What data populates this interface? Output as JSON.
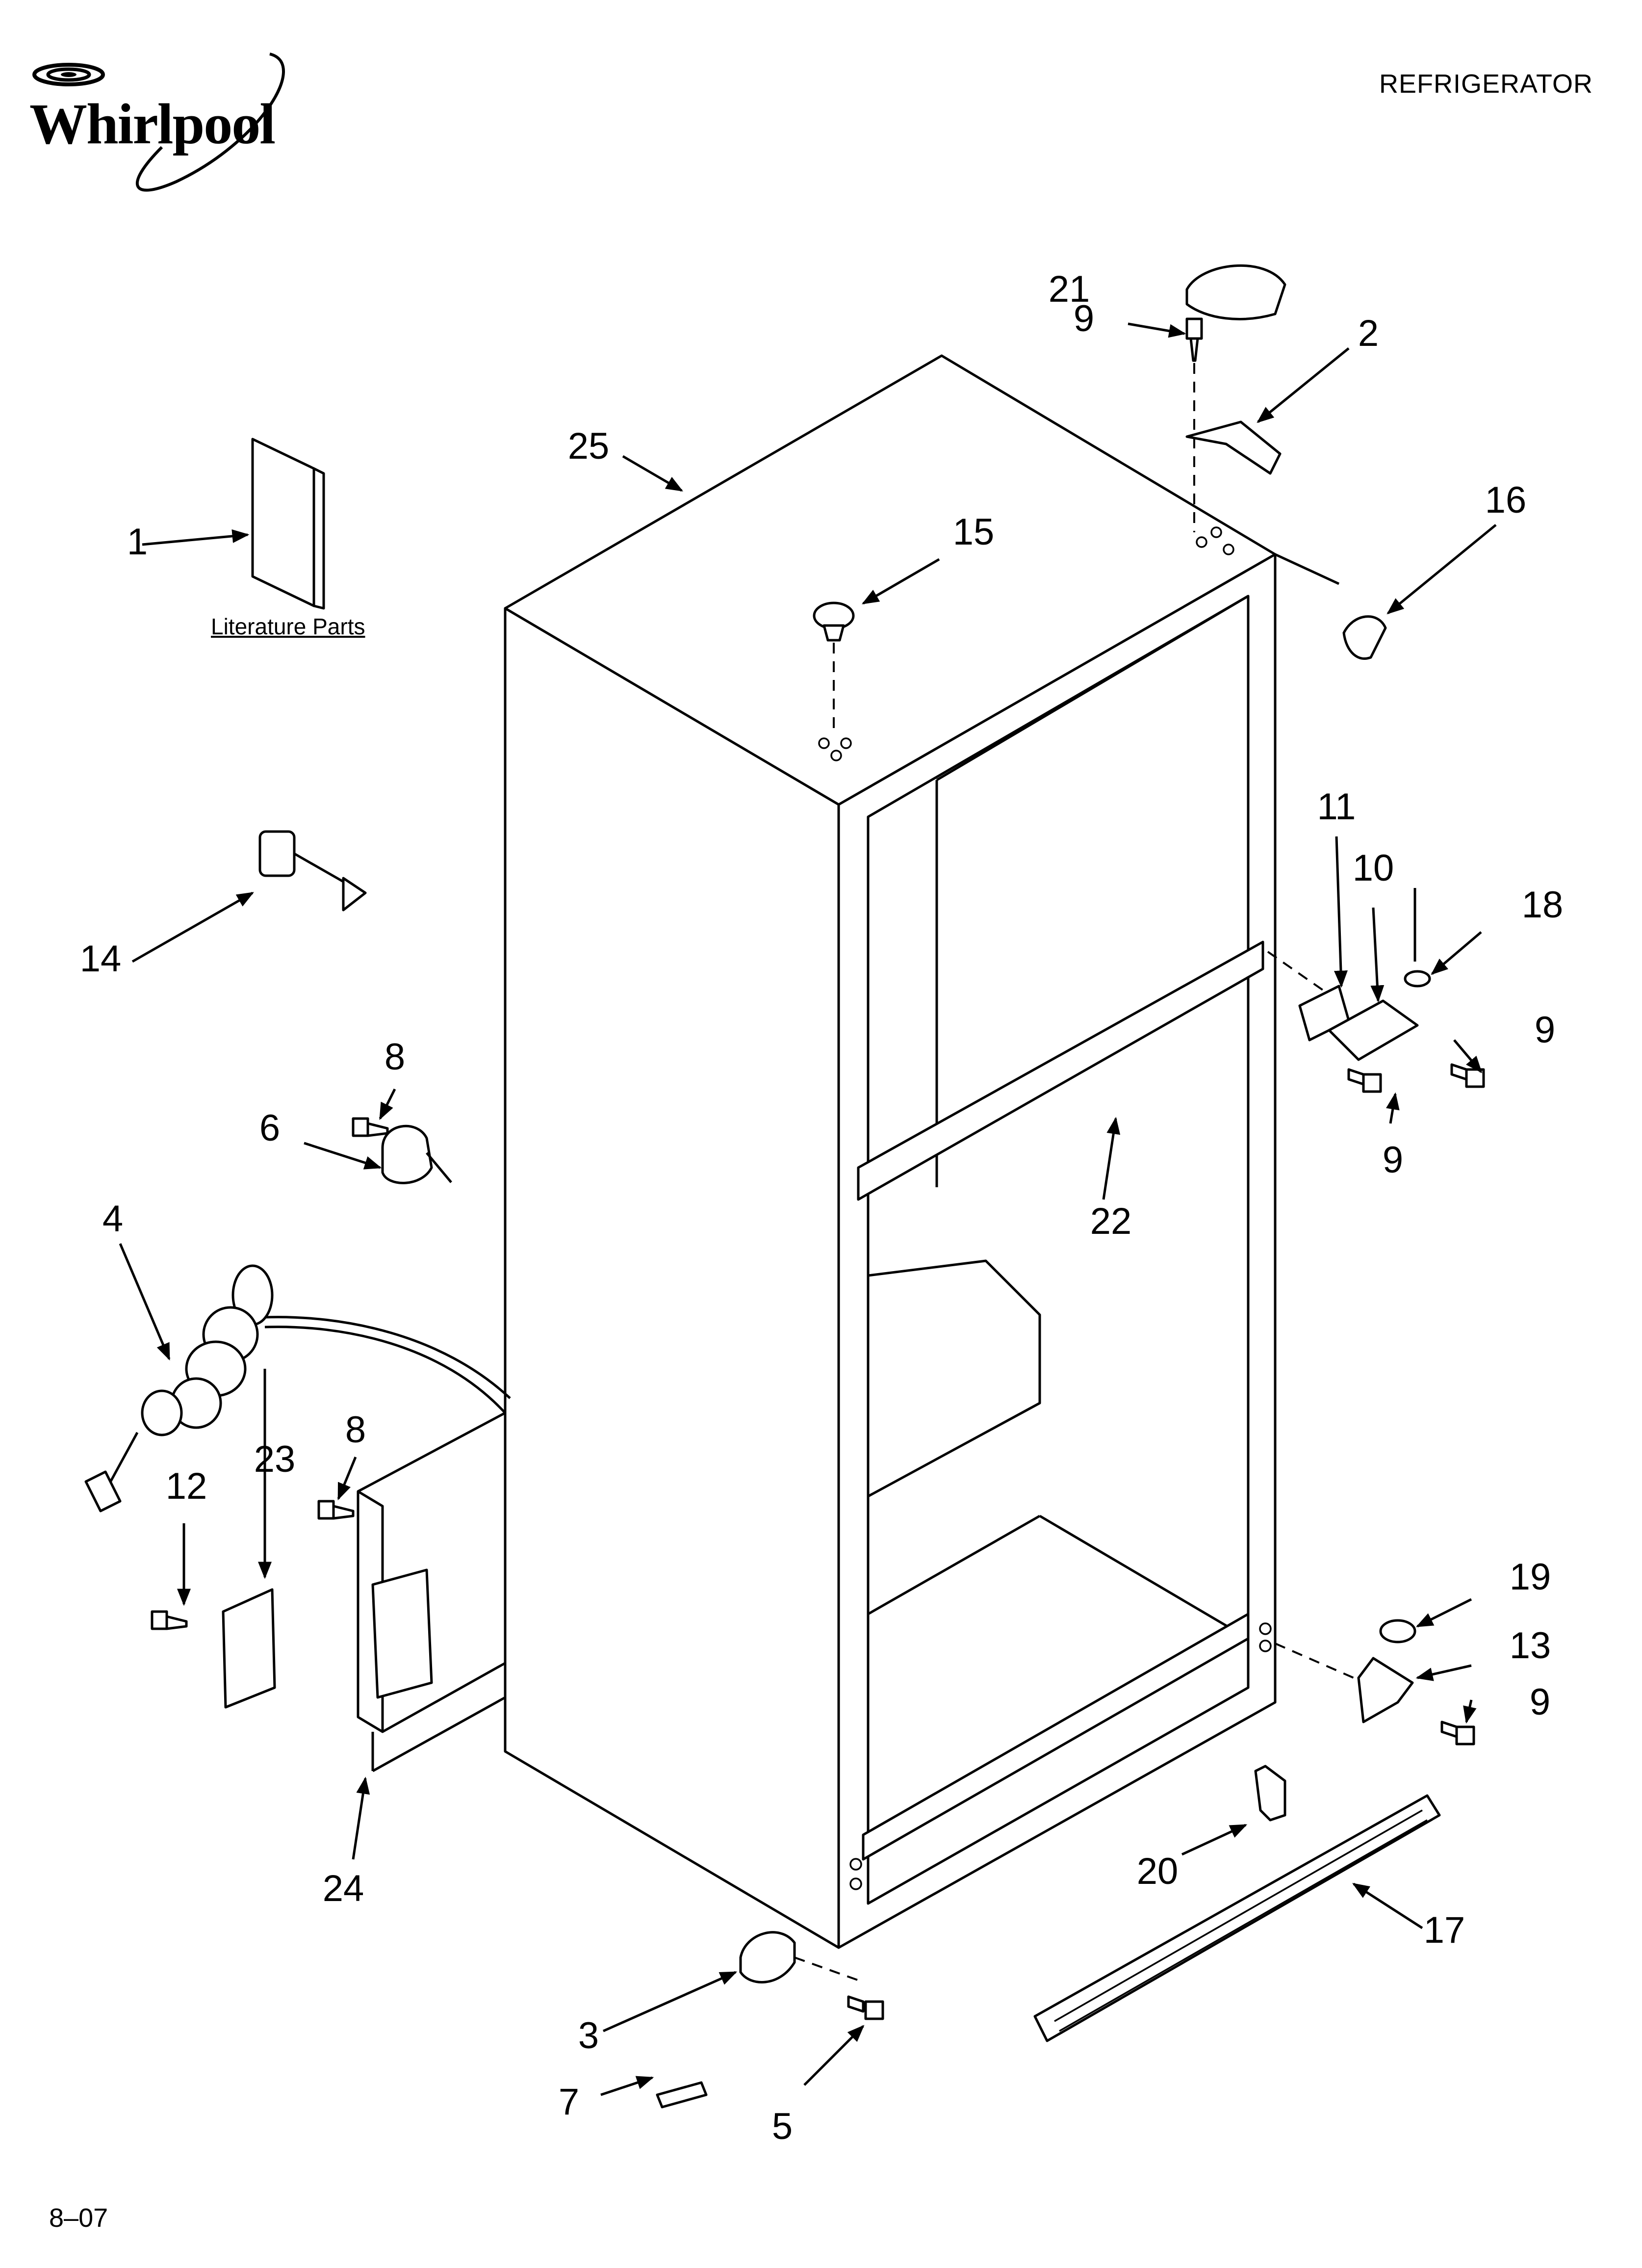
{
  "header": {
    "brand": "Whirlpool",
    "title": "REFRIGERATOR"
  },
  "footer": {
    "code": "8–07"
  },
  "diagram": {
    "literature_label": "Literature Parts",
    "callouts": [
      "1",
      "2",
      "3",
      "4",
      "5",
      "6",
      "7",
      "8",
      "8",
      "9",
      "9",
      "9",
      "9",
      "10",
      "11",
      "12",
      "13",
      "14",
      "15",
      "16",
      "17",
      "18",
      "19",
      "20",
      "21",
      "22",
      "23",
      "24",
      "25"
    ]
  }
}
